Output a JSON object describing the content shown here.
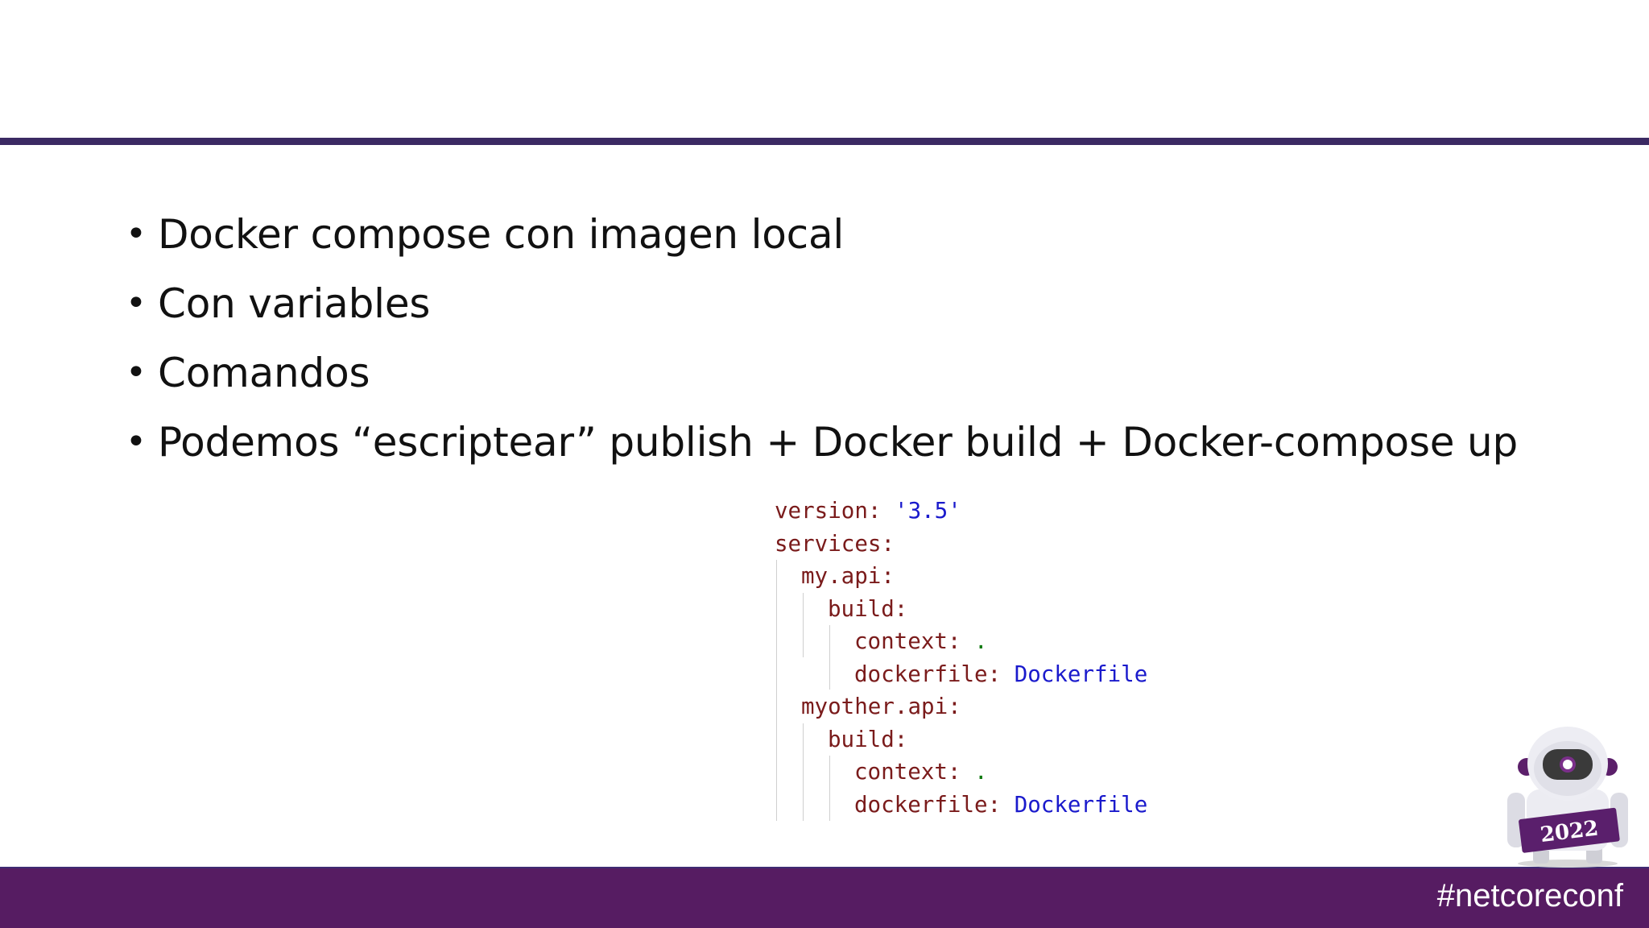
{
  "bullets": [
    "Docker compose con imagen local",
    "Con variables",
    "Comandos",
    "Podemos “escriptear” publish + Docker build + Docker-compose up"
  ],
  "bullet_symbol": "•",
  "code": {
    "version_key": "version:",
    "version_value": "'3.5'",
    "services_key": "services:",
    "service1_name": "my.api:",
    "service2_name": "myother.api:",
    "build_key": "build:",
    "context_key": "context:",
    "context_value": ".",
    "dockerfile_key": "dockerfile:",
    "dockerfile_value": "Dockerfile"
  },
  "footer": {
    "hashtag": "#netcoreconf"
  },
  "mascot": {
    "year": "2022"
  },
  "colors": {
    "top_rule": "#3b2a63",
    "footer_bar": "#561c62",
    "code_key": "#7a1b1b",
    "code_string": "#1a1acc"
  }
}
